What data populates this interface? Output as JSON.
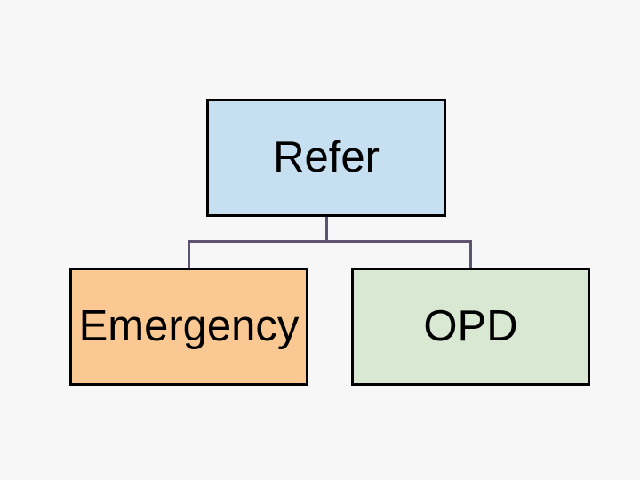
{
  "diagram": {
    "background_color": "#f8f7f7",
    "border_color": "#000000",
    "connector_color": "#5e5472",
    "text_color": "#000000",
    "nodes": [
      {
        "id": "refer",
        "label": "Refer",
        "fill": "#c7e0f1"
      },
      {
        "id": "emergency",
        "label": "Emergency",
        "fill": "#fac993"
      },
      {
        "id": "opd",
        "label": "OPD",
        "fill": "#d8e8d2"
      }
    ],
    "edges": [
      {
        "from": "refer",
        "to": "emergency"
      },
      {
        "from": "refer",
        "to": "opd"
      }
    ]
  }
}
